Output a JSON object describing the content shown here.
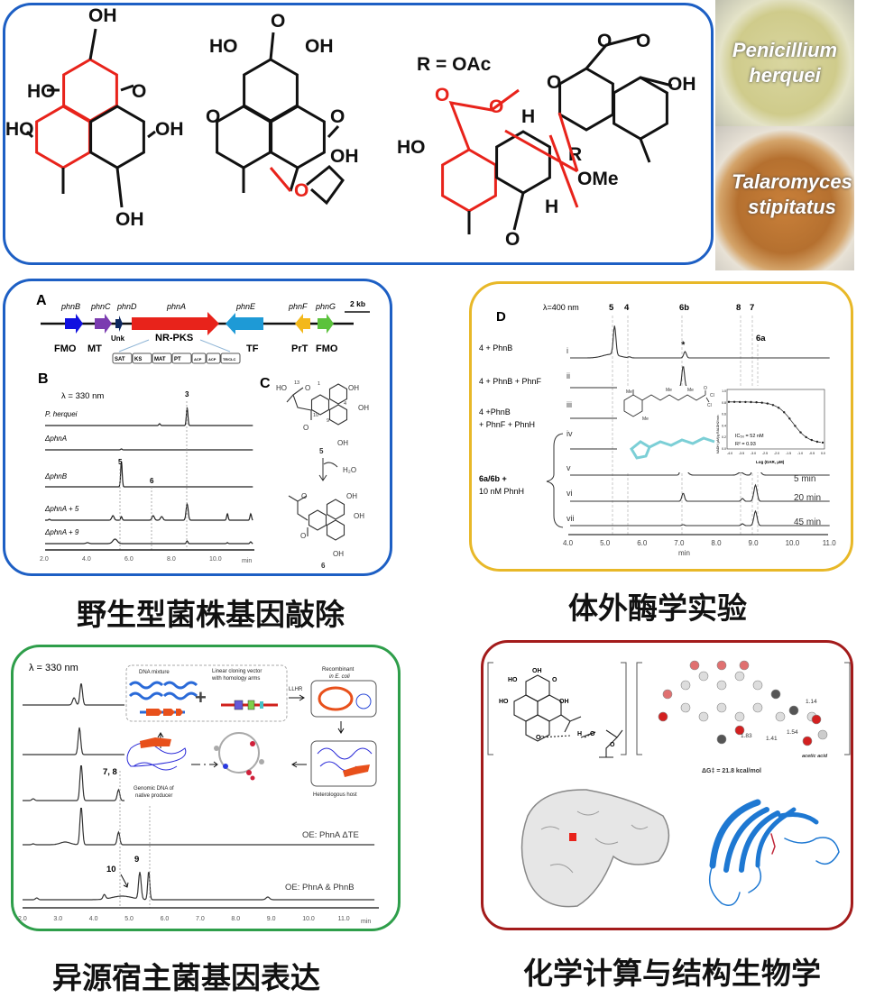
{
  "top_panel": {
    "mol1": {
      "oh_top": "OH",
      "ho_left": "HO",
      "o_ketone": "O",
      "ho_lower_left": "HO",
      "oh_right": "OH",
      "oh_bottom": "OH"
    },
    "mol2": {
      "o_methoxy": "O",
      "ho": "HO",
      "oh": "OH",
      "o_left": "O",
      "o_right": "O",
      "oh_tert": "OH",
      "o_furan": "O"
    },
    "mol3": {
      "r_label": "R = OAc",
      "o_lactone_top": "O",
      "o_carbonyl_top": "O",
      "o_ketone_top": "O",
      "oh_right": "OH",
      "h_top": "H",
      "r": "R",
      "ome": "OMe",
      "o_lactone_left": "O",
      "o_carbonyl_left": "O",
      "ho_left": "HO",
      "o_ketone_bottom": "O",
      "h_bottom": "H"
    },
    "photos": [
      {
        "label_line1": "Penicillium",
        "label_line2": "herquei"
      },
      {
        "label_line1": "Talaromyces",
        "label_line2": "stipitatus"
      }
    ]
  },
  "panel_abc": {
    "label_a": "A",
    "label_b": "B",
    "label_c": "C",
    "genes": [
      "phnB",
      "phnC",
      "phnD",
      "phnA",
      "phnE",
      "phnF",
      "phnG"
    ],
    "gene_functions": [
      "FMO",
      "MT",
      "Unk",
      "NR-PKS",
      "TF",
      "PrT",
      "FMO"
    ],
    "scale_bar": "2 kb",
    "domains": [
      "SAT",
      "KS",
      "MAT",
      "PT",
      "ACP",
      "ACP",
      "TE/CLC"
    ],
    "wavelength": "λ = 330 nm",
    "traces": [
      "P. herquei",
      "ΔphnA",
      "ΔphnB",
      "ΔphnA  + 5",
      "ΔphnA  + 9"
    ],
    "peak_labels": [
      "3",
      "5",
      "6"
    ],
    "x_ticks": [
      "2.0",
      "4.0",
      "6.0",
      "8.0",
      "10.0"
    ],
    "x_unit": "min",
    "compound_c": {
      "ho": "HO",
      "n13": "13",
      "o": "O",
      "n1": "1",
      "oh1": "OH",
      "n4": "4",
      "oh2": "OH",
      "n10": "10",
      "n9": "9",
      "o_keto": "O",
      "oh3": "OH",
      "label": "5",
      "water": "H₂O"
    },
    "compound_6": {
      "o": "O",
      "oh1": "OH",
      "oh2": "OH",
      "o_keto": "O",
      "oh3": "OH",
      "label": "6"
    }
  },
  "caption_1": "野生型菌株基因敲除",
  "panel_d": {
    "label": "D",
    "wavelength": "λ=400 nm",
    "peak_labels": [
      "5",
      "4",
      "6b",
      "8",
      "7",
      "6a",
      "*"
    ],
    "conditions": [
      "4 + PhnB",
      "4 + PhnB + PhnF",
      "4  +PhnB",
      "+ PhnF + PhnH",
      "6a/6b +",
      "10 nM PhnH"
    ],
    "trace_numerals": [
      "i",
      "ii",
      "iii",
      "iv",
      "v",
      "vi",
      "vii"
    ],
    "times": [
      "5 min",
      "20 min",
      "45 min"
    ],
    "x_ticks": [
      "4.0",
      "5.0",
      "6.0",
      "7.0",
      "8.0",
      "9.0",
      "10.0",
      "11.0"
    ],
    "x_unit": "min",
    "inset": {
      "me": "Me",
      "o": "O",
      "cl": "Cl",
      "ic50": "IC₅₀ = 52 nM",
      "r2": "R² = 0.93",
      "xlabel": "Log (DAR, μM)",
      "ylabel": "NADH (μM)/g RALDH2/min",
      "y_ticks": [
        "1.0",
        "0.8",
        "0.6",
        "0.4",
        "0.2",
        "0.0"
      ],
      "x_ticks": [
        "-4.0",
        "-3.5",
        "-3.0",
        "-2.5",
        "-2.0",
        "-1.5",
        "-1.0",
        "-0.5",
        "0.0"
      ]
    }
  },
  "caption_2": "体外酶学实验",
  "panel_hetero": {
    "wavelength": "λ = 330 nm",
    "peak_labels": [
      "7, 8",
      "10",
      "9"
    ],
    "trace_labels": [
      "OE: PhnA ΔTE",
      "OE: PhnA & PhnB"
    ],
    "x_ticks": [
      "2.0",
      "3.0",
      "4.0",
      "5.0",
      "6.0",
      "7.0",
      "8.0",
      "9.0",
      "10.0",
      "11.0"
    ],
    "x_unit": "min",
    "workflow": {
      "dna_mixture": "DNA mixture",
      "vector_1": "Linear cloning vector",
      "vector_2": "with homology arms",
      "llhr": "LLHR",
      "recomb_1": "Recombinant",
      "recomb_2": "in E. coli",
      "host": "Heterologous host",
      "genomic_1": "Genomic DNA of",
      "genomic_2": "native producer"
    }
  },
  "caption_3": "异源宿主菌基因表达",
  "panel_comp": {
    "mol": {
      "oh": "OH",
      "ho1": "HO",
      "o": "O",
      "ho2": "HO",
      "oh2": "OH",
      "o_minus": "O⁻",
      "h": "H",
      "o2": "O",
      "o3": "O"
    },
    "distances": [
      "1.14",
      "1.83",
      "1.41",
      "1.54"
    ],
    "acetic_acid": "acetic acid",
    "dg": "ΔG‡ =  21.8 kcal/mol"
  },
  "caption_4": "化学计算与结构生物学",
  "colors": {
    "blue": "#1d5fc4",
    "gold": "#e8b828",
    "green": "#2e9e4a",
    "darkred": "#a31b1b",
    "red": "#e8231b"
  }
}
